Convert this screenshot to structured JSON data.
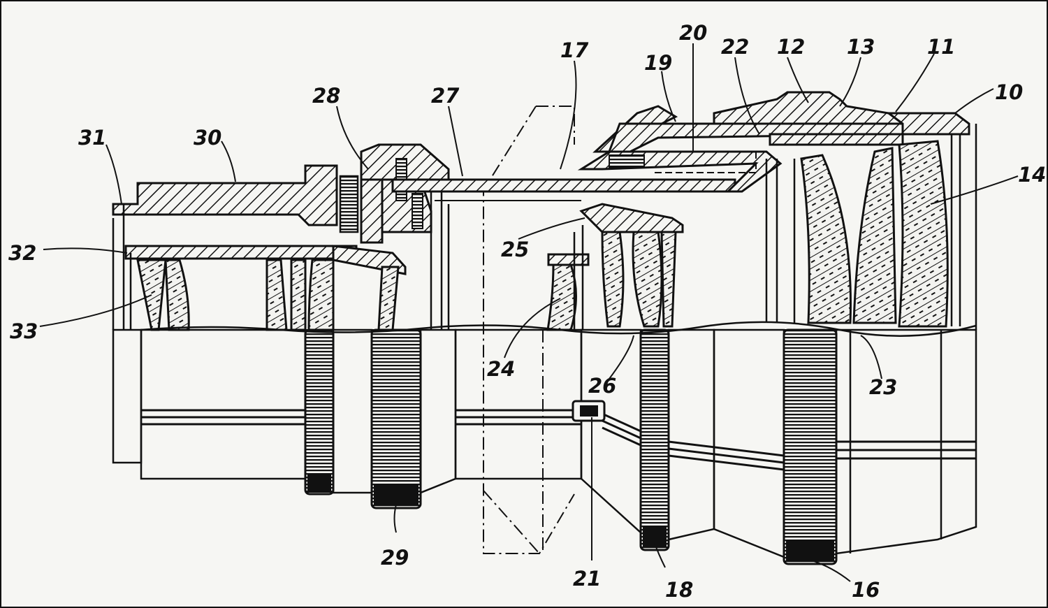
{
  "figure": {
    "reference_numerals": [
      "10",
      "11",
      "12",
      "13",
      "14",
      "16",
      "17",
      "18",
      "19",
      "20",
      "21",
      "22",
      "23",
      "24",
      "25",
      "26",
      "27",
      "28",
      "29",
      "30",
      "31",
      "32",
      "33"
    ]
  },
  "colors": {
    "ink": "#111111",
    "paper": "#f6f6f3",
    "border": "#111111"
  }
}
